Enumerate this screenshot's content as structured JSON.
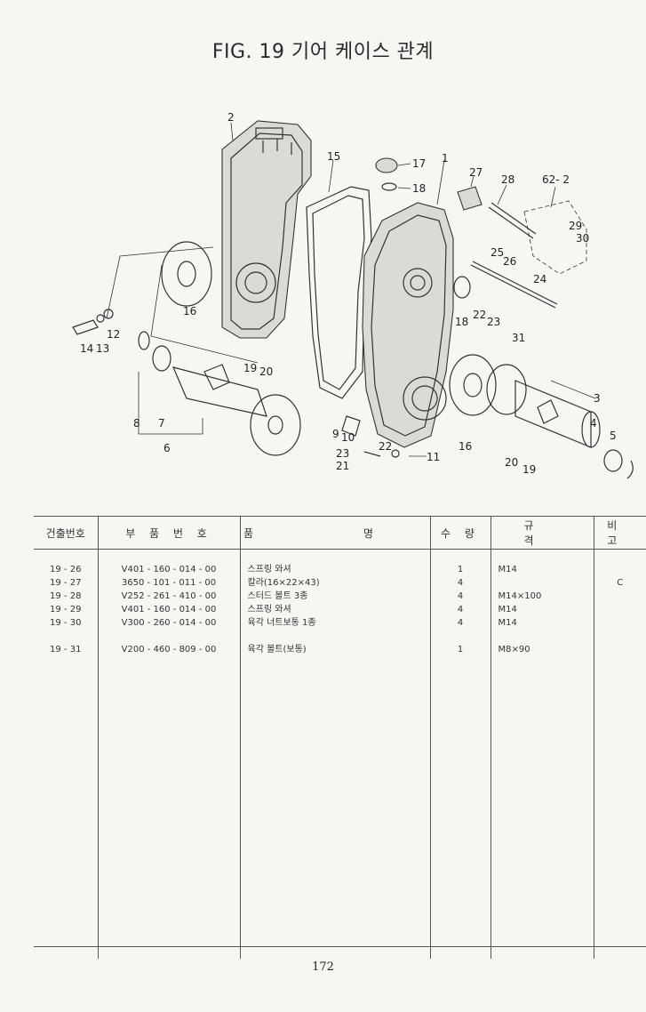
{
  "page": {
    "title": "FIG. 19 기어 케이스 관계",
    "page_number": "172"
  },
  "diagram": {
    "callouts": [
      "1",
      "2",
      "3",
      "4",
      "5",
      "6",
      "7",
      "8",
      "9",
      "10",
      "11",
      "12",
      "13",
      "14",
      "15",
      "16",
      "17",
      "18",
      "19",
      "20",
      "21",
      "22",
      "23",
      "24",
      "25",
      "26",
      "27",
      "28",
      "29",
      "30",
      "31",
      "62- 2"
    ]
  },
  "table": {
    "headers": {
      "ref": "건출번호",
      "part_no": "부 품 번 호",
      "name": "품 명",
      "qty": "수 량",
      "spec": "규 격",
      "remark": "비 고"
    },
    "rows": [
      {
        "ref": "19 - 26",
        "part_no": "V401 - 160 - 014 - 00",
        "name": "스프링 와셔",
        "qty": "1",
        "spec": "M14",
        "remark": ""
      },
      {
        "ref": "19 - 27",
        "part_no": "3650 - 101 - 011 - 00",
        "name": "칼라(16×22×43)",
        "qty": "4",
        "spec": "",
        "remark": "C"
      },
      {
        "ref": "19 - 28",
        "part_no": "V252 - 261 - 410 - 00",
        "name": "스터드 볼트 3종",
        "qty": "4",
        "spec": "M14×100",
        "remark": ""
      },
      {
        "ref": "19 - 29",
        "part_no": "V401 - 160 - 014 - 00",
        "name": "스프링 와셔",
        "qty": "4",
        "spec": "M14",
        "remark": ""
      },
      {
        "ref": "19 - 30",
        "part_no": "V300 - 260 - 014 - 00",
        "name": "육각 너트보통 1종",
        "qty": "4",
        "spec": "M14",
        "remark": ""
      },
      {
        "ref": "",
        "part_no": "",
        "name": "",
        "qty": "",
        "spec": "",
        "remark": ""
      },
      {
        "ref": "19 - 31",
        "part_no": "V200 - 460 - 809 - 00",
        "name": "육각 볼트(보통)",
        "qty": "1",
        "spec": "M8×90",
        "remark": ""
      }
    ]
  }
}
